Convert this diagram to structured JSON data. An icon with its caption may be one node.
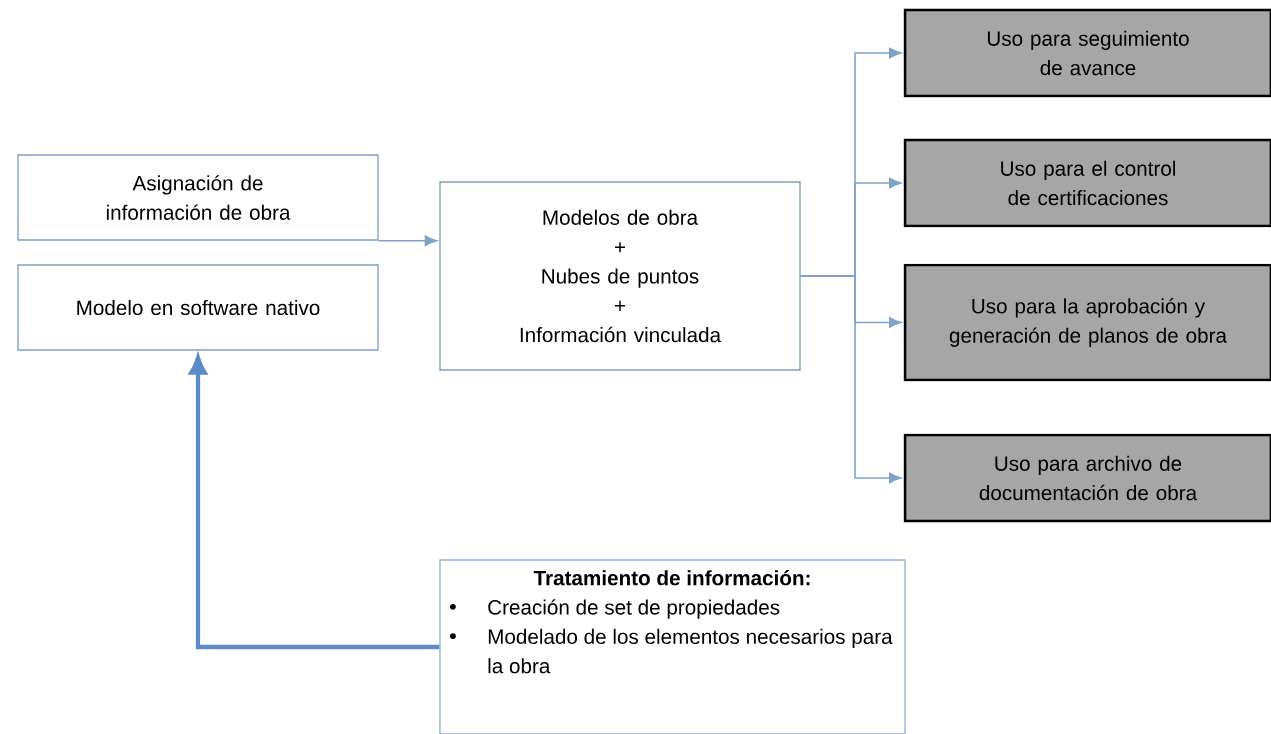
{
  "diagram": {
    "nodes": [
      {
        "text": [
          "Asignación de información de obra"
        ]
      },
      {
        "text": [
          "Modelo en software nativo"
        ]
      },
      {
        "text": [
          "Modelos de obra",
          "+",
          "Nubes de puntos",
          "+",
          "Información vinculada"
        ]
      },
      {
        "text": [
          "Uso para seguimiento de avance"
        ]
      },
      {
        "text": [
          "Uso para el control de certificaciones"
        ]
      },
      {
        "text": [
          "Uso para la aprobación y generación de planos de obra"
        ]
      },
      {
        "text": [
          "Uso para archivo de documentación de obra"
        ]
      },
      {
        "text": [
          "Tratamiento de información:",
          "Creación de set de propiedades",
          "Modelado de los elementos necesarios para la obra"
        ]
      }
    ],
    "edges": [
      {
        "from": 0,
        "to": 2,
        "arrow": "to"
      },
      {
        "from": 2,
        "to": 3,
        "arrow": "to"
      },
      {
        "from": 2,
        "to": 4,
        "arrow": "to"
      },
      {
        "from": 2,
        "to": 5,
        "arrow": "to"
      },
      {
        "from": 2,
        "to": 6,
        "arrow": "to"
      },
      {
        "from": 7,
        "to": 1,
        "arrow": "to",
        "style": "thick",
        "color": "#5b8cc8"
      }
    ]
  }
}
